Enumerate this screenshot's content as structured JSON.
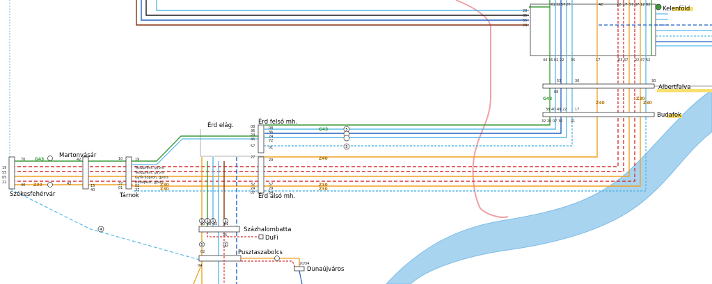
{
  "stations": {
    "kelenfold": "Kelenföld",
    "albertfalva": "Albertfalva",
    "budafok": "Budafok",
    "erd_elag": "Érd elág.",
    "erd_felso": "Érd felső mh.",
    "erd_also": "Érd alsó mh.",
    "martonvasar": "Martonvásár",
    "tarnok": "Tárnok",
    "szekesfehervar": "Székesfehérvár",
    "szazhalombatta": "Százhalombatta",
    "dufi": "DuFi",
    "pusztaszabolcs": "Pusztaszabolcs",
    "dunaujvaros": "Dunaújváros"
  },
  "train_codes": {
    "g43": "G43",
    "z30": "Z30",
    "z40": "Z40"
  },
  "small_labels": {
    "kel_top": [
      "02",
      "32",
      "57",
      "27",
      "42",
      "22",
      "17",
      "57",
      "37",
      "12",
      "02"
    ],
    "kel_left": [
      "28",
      "35",
      "55",
      "24"
    ],
    "kel_bottom": [
      "44",
      "16",
      "02",
      "22",
      "35",
      "17",
      "03",
      "37",
      "22",
      "47",
      "52"
    ],
    "alb_nums": [
      "53",
      "30",
      "08",
      "30"
    ],
    "bud_nums": [
      "38",
      "40",
      "49",
      "22",
      "17",
      "32",
      "20",
      "07",
      "36",
      "41"
    ],
    "felso_nums": [
      "08",
      "36",
      "24",
      "46",
      "57",
      "01",
      "27",
      "29"
    ],
    "felso_right": [
      "08",
      "36",
      "24",
      "72"
    ],
    "also_nums": [
      "32",
      "24",
      "07",
      "57",
      "29",
      "64"
    ],
    "tarnok_nums": [
      "10",
      "37",
      "01",
      "19",
      "02",
      "37"
    ],
    "marton_nums": [
      "42",
      "43",
      "15",
      "40"
    ],
    "szfv_nums": [
      "70",
      "19",
      "55",
      "05",
      "22",
      "40"
    ],
    "batta_nums": [
      "20",
      "28",
      "35",
      "01",
      "05",
      "02",
      "04"
    ],
    "duna_num": "20/34",
    "track_kinds": [
      "Veszprém, gyors",
      "Veszprém, gyors",
      "Győr-Sopron, gyors",
      "Budapest, gyors"
    ],
    "circle_1": "1",
    "circle_2": "2",
    "circle_4": "4",
    "circle_5": "5"
  },
  "colors": {
    "green": "#3a9a3a",
    "yellow": "#f0a020",
    "red": "#d83030",
    "blue": "#2060c0",
    "light_blue": "#58b8e8",
    "brown": "#8a3010",
    "pink": "#f0a0a8",
    "river": "#a8d4f0"
  }
}
